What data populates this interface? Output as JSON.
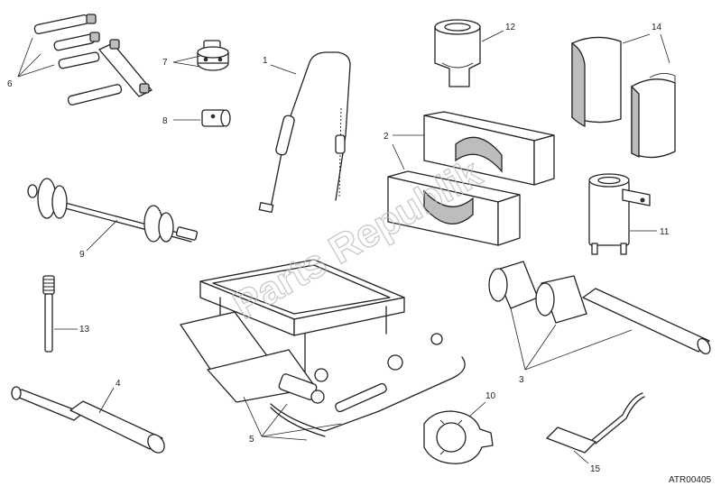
{
  "diagram": {
    "callouts": {
      "c1": "1",
      "c2": "2",
      "c3": "3",
      "c4": "4",
      "c5": "5",
      "c6": "6",
      "c7": "7",
      "c8": "8",
      "c9": "9",
      "c10": "10",
      "c11": "11",
      "c12": "12",
      "c13": "13",
      "c14": "14",
      "c15": "15"
    },
    "drawing_code": "ATR00405",
    "watermark": "Parts Republik"
  },
  "colors": {
    "line": "#222222",
    "shade": "#bdbdbd",
    "watermark": "#bcbcbc"
  }
}
